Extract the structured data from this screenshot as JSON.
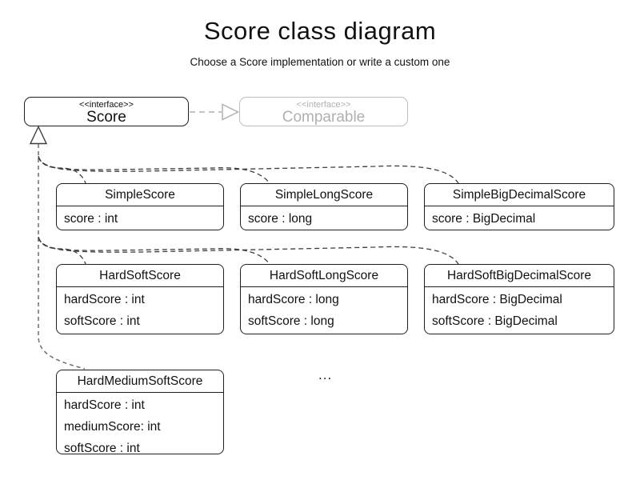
{
  "header": {
    "title": "Score class diagram",
    "subtitle": "Choose a Score implementation or write a custom one"
  },
  "interfaces": {
    "score": {
      "stereotype": "<<interface>>",
      "name": "Score"
    },
    "comparable": {
      "stereotype": "<<interface>>",
      "name": "Comparable"
    }
  },
  "classes": [
    {
      "name": "SimpleScore",
      "attributes": [
        "score : int"
      ]
    },
    {
      "name": "SimpleLongScore",
      "attributes": [
        "score : long"
      ]
    },
    {
      "name": "SimpleBigDecimalScore",
      "attributes": [
        "score : BigDecimal"
      ]
    },
    {
      "name": "HardSoftScore",
      "attributes": [
        "hardScore : int",
        "softScore : int"
      ]
    },
    {
      "name": "HardSoftLongScore",
      "attributes": [
        "hardScore : long",
        "softScore : long"
      ]
    },
    {
      "name": "HardSoftBigDecimalScore",
      "attributes": [
        "hardScore : BigDecimal",
        "softScore : BigDecimal"
      ]
    },
    {
      "name": "HardMediumSoftScore",
      "attributes": [
        "hardScore : int",
        "mediumScore: int",
        "softScore : int"
      ]
    }
  ],
  "ellipsis": "...",
  "colors": {
    "ink": "#1f1f1f",
    "muted_gray": "#b0b0b0",
    "connector": "#3d3d3d",
    "trunk": "#6e6e6e",
    "background": "#ffffff"
  }
}
